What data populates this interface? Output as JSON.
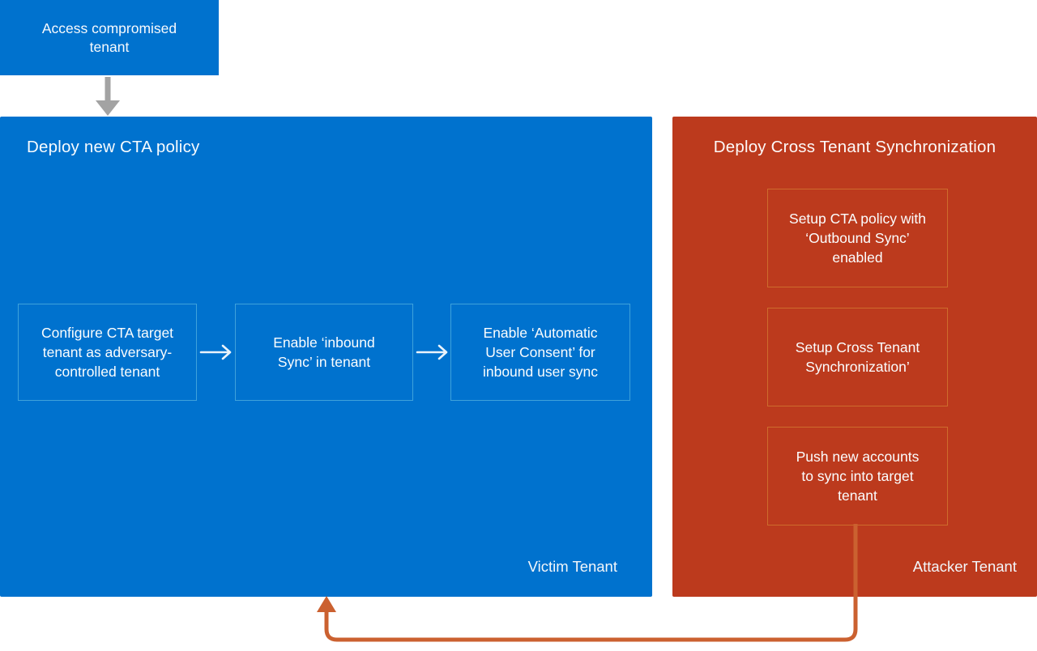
{
  "access_box": {
    "label": "Access compromised tenant"
  },
  "victim_panel": {
    "title": "Deploy new CTA policy",
    "steps": [
      {
        "label": "Configure CTA target tenant as adversary-controlled tenant"
      },
      {
        "label": "Enable ‘inbound Sync’ in tenant"
      },
      {
        "label": "Enable ‘Automatic User Consent’ for inbound user sync"
      }
    ],
    "footer": "Victim Tenant"
  },
  "attacker_panel": {
    "title": "Deploy Cross Tenant Synchronization",
    "steps": [
      {
        "label": "Setup CTA policy with ‘Outbound Sync’ enabled"
      },
      {
        "label": "Setup Cross Tenant Synchronization’"
      },
      {
        "label": "Push new accounts to sync into target tenant"
      }
    ],
    "footer": "Attacker Tenant"
  },
  "icons": {
    "down_arrow": "down-arrow connecting access box to victim panel",
    "right_arrows": "right-arrows between victim flow steps",
    "loop_arrow": "orange feedback arrow from attacker sync push into victim tenant"
  },
  "colors": {
    "blue": "#0072CE",
    "red": "#BC3A1D",
    "step-border-blue": "#3FA2DB",
    "step-border-orange": "#CE6C2C",
    "arrow-gray": "#A3A3A3",
    "arrow-white": "#EAF3FB",
    "arrow-orange": "#CB6130"
  }
}
